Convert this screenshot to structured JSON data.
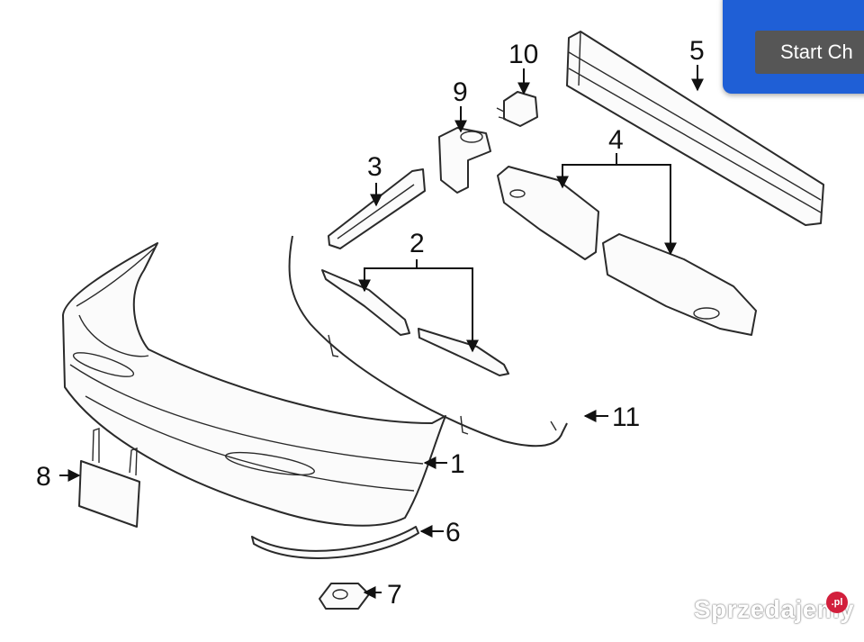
{
  "overlay": {
    "button_label": "Start Ch",
    "accent_color": "#1f5fd6",
    "button_color": "#565656"
  },
  "watermark": {
    "brand": "Sprzedajemy",
    "badge": ".pl",
    "badge_color": "#d21f3c"
  },
  "callouts": [
    "1",
    "2",
    "3",
    "4",
    "5",
    "6",
    "7",
    "8",
    "9",
    "10",
    "11"
  ]
}
